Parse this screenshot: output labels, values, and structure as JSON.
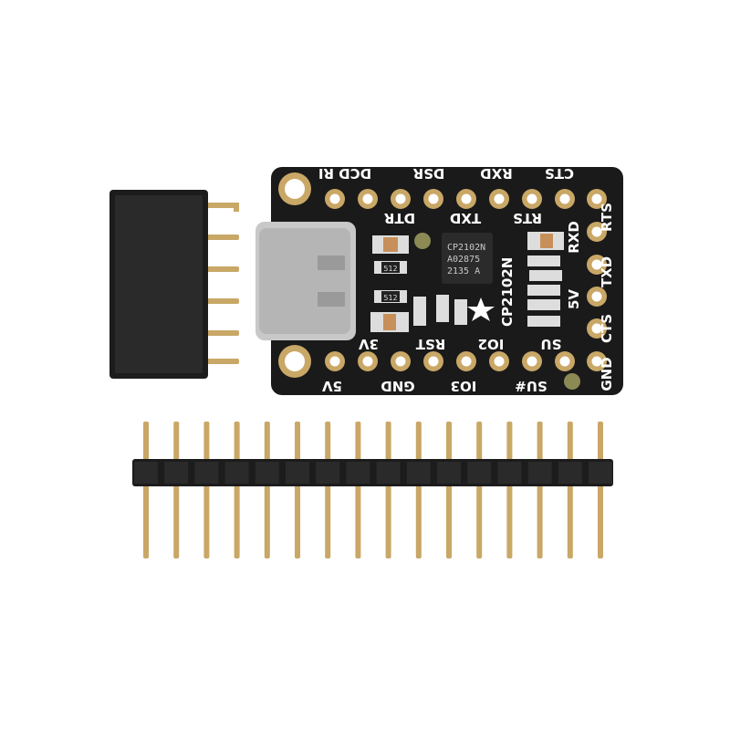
{
  "board": {
    "name_label": "CP2102N",
    "chip": {
      "line1": "CP2102N",
      "line2": "A02875",
      "line3": "2135 A"
    },
    "top_labels": [
      "DCD RI",
      "DSR",
      "RXD",
      "CTS"
    ],
    "inner_top_labels": [
      "DTR",
      "TXD",
      "RTS"
    ],
    "right_labels": [
      "RTS",
      "RXD",
      "TXD",
      "5V",
      "CTS",
      "GND"
    ],
    "bottom_labels": [
      "5V",
      "GND",
      "IO3",
      "SU#"
    ],
    "inner_bottom_labels": [
      "3V",
      "RST",
      "IO2",
      "SU"
    ],
    "resistor_labels": [
      "512",
      "512"
    ]
  },
  "colors": {
    "pcb": "#1a1a1a",
    "gold": "#c9a766",
    "usb": "#c8c8c8",
    "header": "#1c1c1c",
    "background": "#ffffff"
  }
}
